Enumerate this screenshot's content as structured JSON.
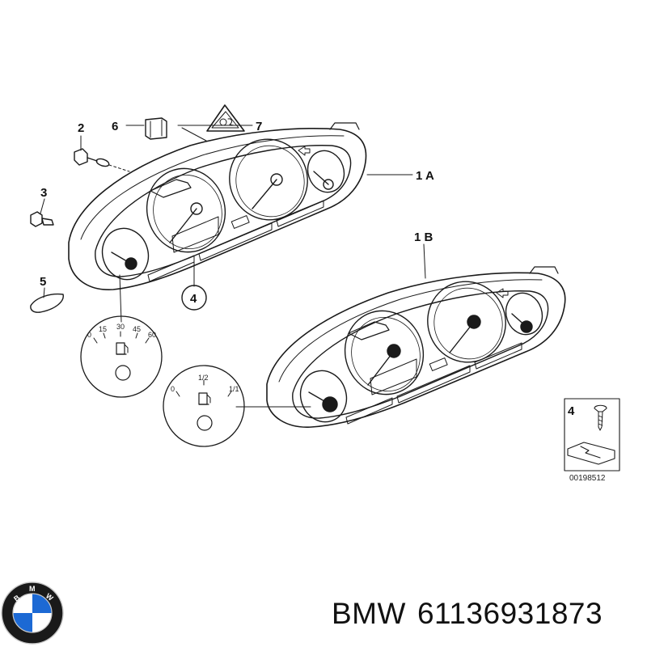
{
  "callouts": {
    "c1a": "1 A",
    "c1b": "1 B",
    "c2": "2",
    "c3": "3",
    "c4": "4",
    "c5": "5",
    "c6": "6",
    "c7": "7",
    "inset_c4": "4"
  },
  "gauge_oil": {
    "ticks": [
      "0",
      "15",
      "30",
      "45",
      "60"
    ]
  },
  "gauge_fuel": {
    "ticks": [
      "0",
      "1/2",
      "1/1"
    ]
  },
  "reference_number": "00198512",
  "logo": {
    "text": "BMW",
    "colors": {
      "blue": "#1c69d4",
      "white": "#ffffff",
      "black": "#1a1a1a"
    }
  },
  "caption": {
    "brand": "BMW",
    "part_number": "61136931873"
  }
}
